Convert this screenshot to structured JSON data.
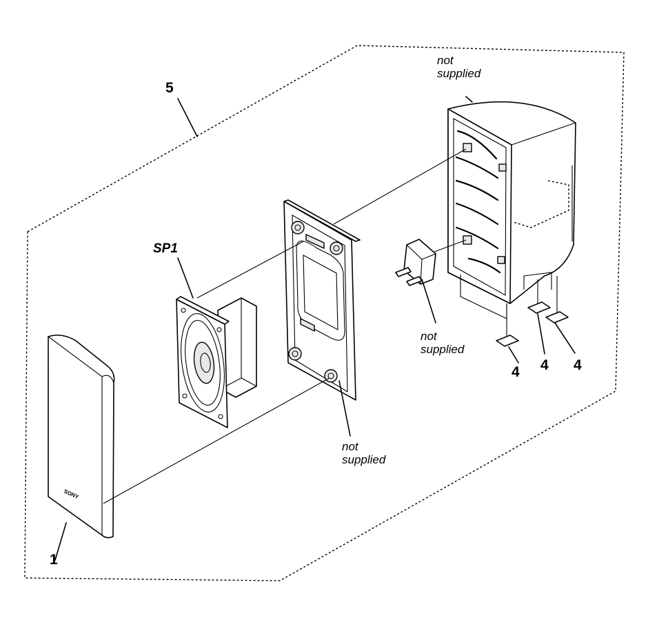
{
  "labels": {
    "assembly": "5",
    "front_grille": "1",
    "speaker": "SP1",
    "foot": "4",
    "not_supplied_line1": "not",
    "not_supplied_line2": "supplied",
    "brand": "SONY"
  }
}
